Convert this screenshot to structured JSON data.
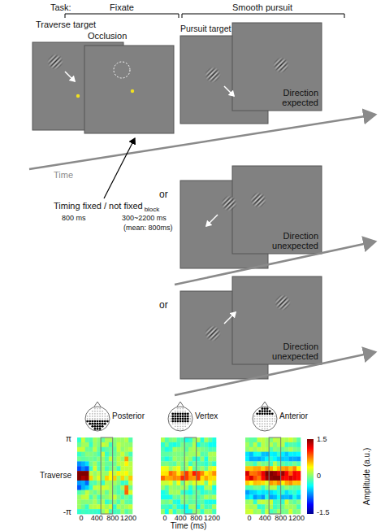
{
  "diagram": {
    "nodes": [
      {
        "text": [
          "Direction expected"
        ]
      },
      {
        "text": [
          "Direction unexpected"
        ]
      },
      {
        "text": [
          "Direction unexpected"
        ]
      }
    ],
    "labels": [
      "Task:",
      "Fixate",
      "Smooth pursuit",
      "Traverse target",
      "Occlusion",
      "Pursuit target",
      "Time",
      "Timing fixed / not fixed",
      "block",
      "800 ms",
      "300~2200 ms",
      "(mean: 800ms)",
      "or",
      "or",
      "Posterior",
      "Vertex",
      "Anterior",
      "π",
      "Traverse",
      "-π",
      "0",
      "400",
      "800",
      "1200",
      "0",
      "400",
      "800",
      "1200",
      "0",
      "400",
      "800",
      "1200",
      "Time (ms)",
      "1.5",
      "0",
      "-1.5",
      "Amplitude (a.u.)"
    ]
  }
}
